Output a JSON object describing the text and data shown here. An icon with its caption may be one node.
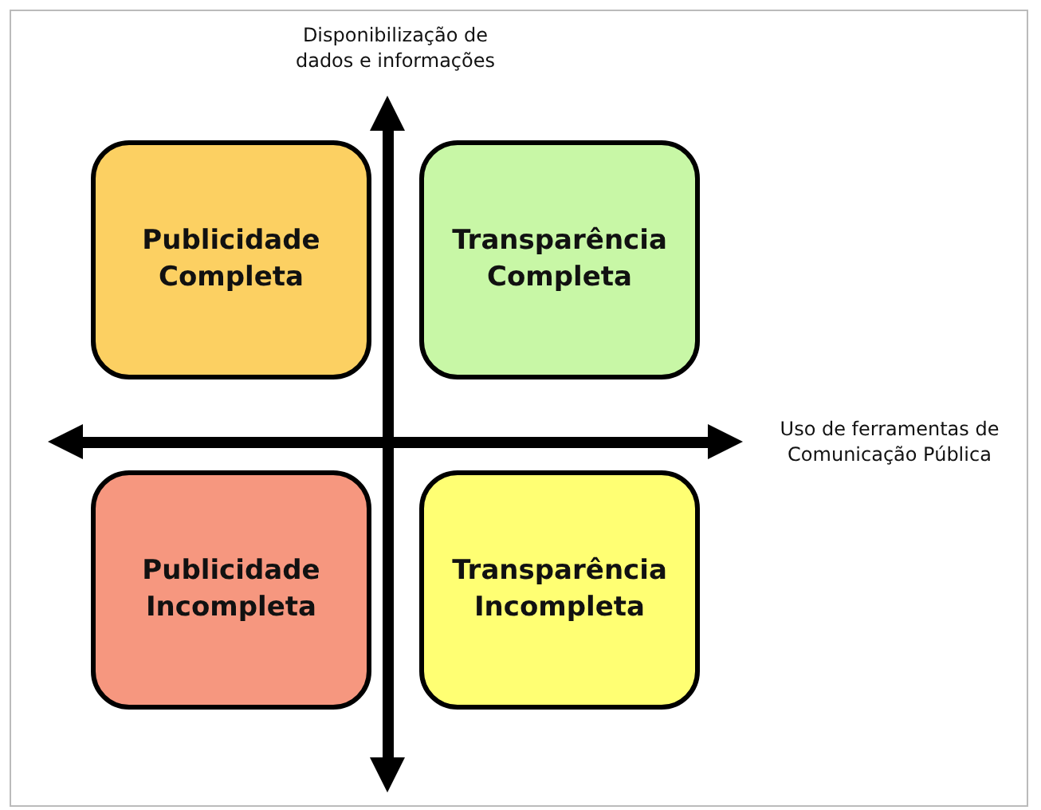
{
  "diagram": {
    "nodes": [
      {
        "text": [
          "Publicidade Completa"
        ]
      },
      {
        "text": [
          "Transparência Completa"
        ]
      },
      {
        "text": [
          "Publicidade Incompleta"
        ]
      },
      {
        "text": [
          "Transparência Incompleta"
        ]
      }
    ],
    "edges": [],
    "labels": [
      "Disponibilização de dados e informações",
      "Uso de ferramentas de Comunicação Pública"
    ]
  }
}
